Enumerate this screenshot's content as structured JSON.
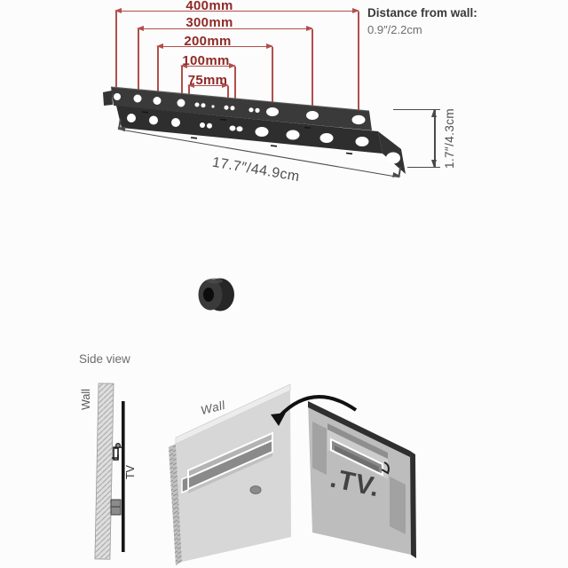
{
  "colors": {
    "background": "#fcfcfc",
    "dimension_line": "#b04f4c",
    "dimension_text": "#8e2a26",
    "measure_line": "#4a4a4a",
    "measure_text": "#4f4f4f",
    "heading_text": "#3a3a3a",
    "subtext": "#6d6d6d",
    "bracket_dark": "#343434",
    "panel_light": "#d7d7d7",
    "panel_mid": "#bdbdbd",
    "rail_gray": "#8a8a8a"
  },
  "top_diagram": {
    "distance_heading": "Distance from wall:",
    "distance_value": "0.9″/2.2cm",
    "dim_400": "400mm",
    "dim_300": "300mm",
    "dim_200": "200mm",
    "dim_100": "100mm",
    "dim_75": "75mm",
    "length_label": "17.7″/44.9cm",
    "height_label": "1.7″/4.3cm"
  },
  "side_view": {
    "title": "Side view",
    "wall_label": "Wall",
    "tv_label": "TV"
  },
  "iso_view": {
    "wall_label": "Wall",
    "tv_label": ".TV."
  }
}
